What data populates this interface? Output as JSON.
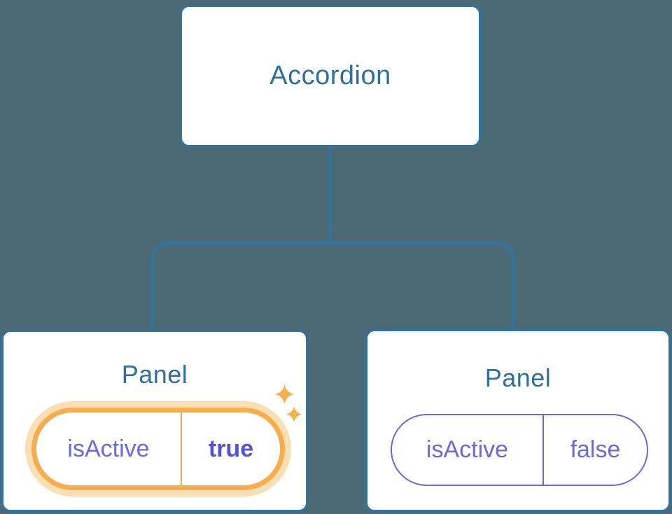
{
  "diagram": {
    "root": {
      "label": "Accordion"
    },
    "panels": [
      {
        "title": "Panel",
        "prop": {
          "name": "isActive",
          "value": "true"
        },
        "highlighted": true
      },
      {
        "title": "Panel",
        "prop": {
          "name": "isActive",
          "value": "false"
        },
        "highlighted": false
      }
    ]
  },
  "colors": {
    "background": "#4C6A75",
    "card_border_blue": "#2E73A4",
    "connector_blue": "#2E73A4",
    "title_text_blue": "#2E6F9E",
    "state_text_purple": "#6C69E0",
    "state_value_bold_purple": "#5652D5",
    "inactive_pill_border": "#6B68DE",
    "active_pill_border_orange": "#F5AD50",
    "active_pill_glow": "#FADFB2",
    "sparkle_orange": "#F5B04F",
    "card_background": "#FFFFFF"
  },
  "icons": {
    "sparkle_large": "sparkle-icon",
    "sparkle_small": "sparkle-icon"
  }
}
